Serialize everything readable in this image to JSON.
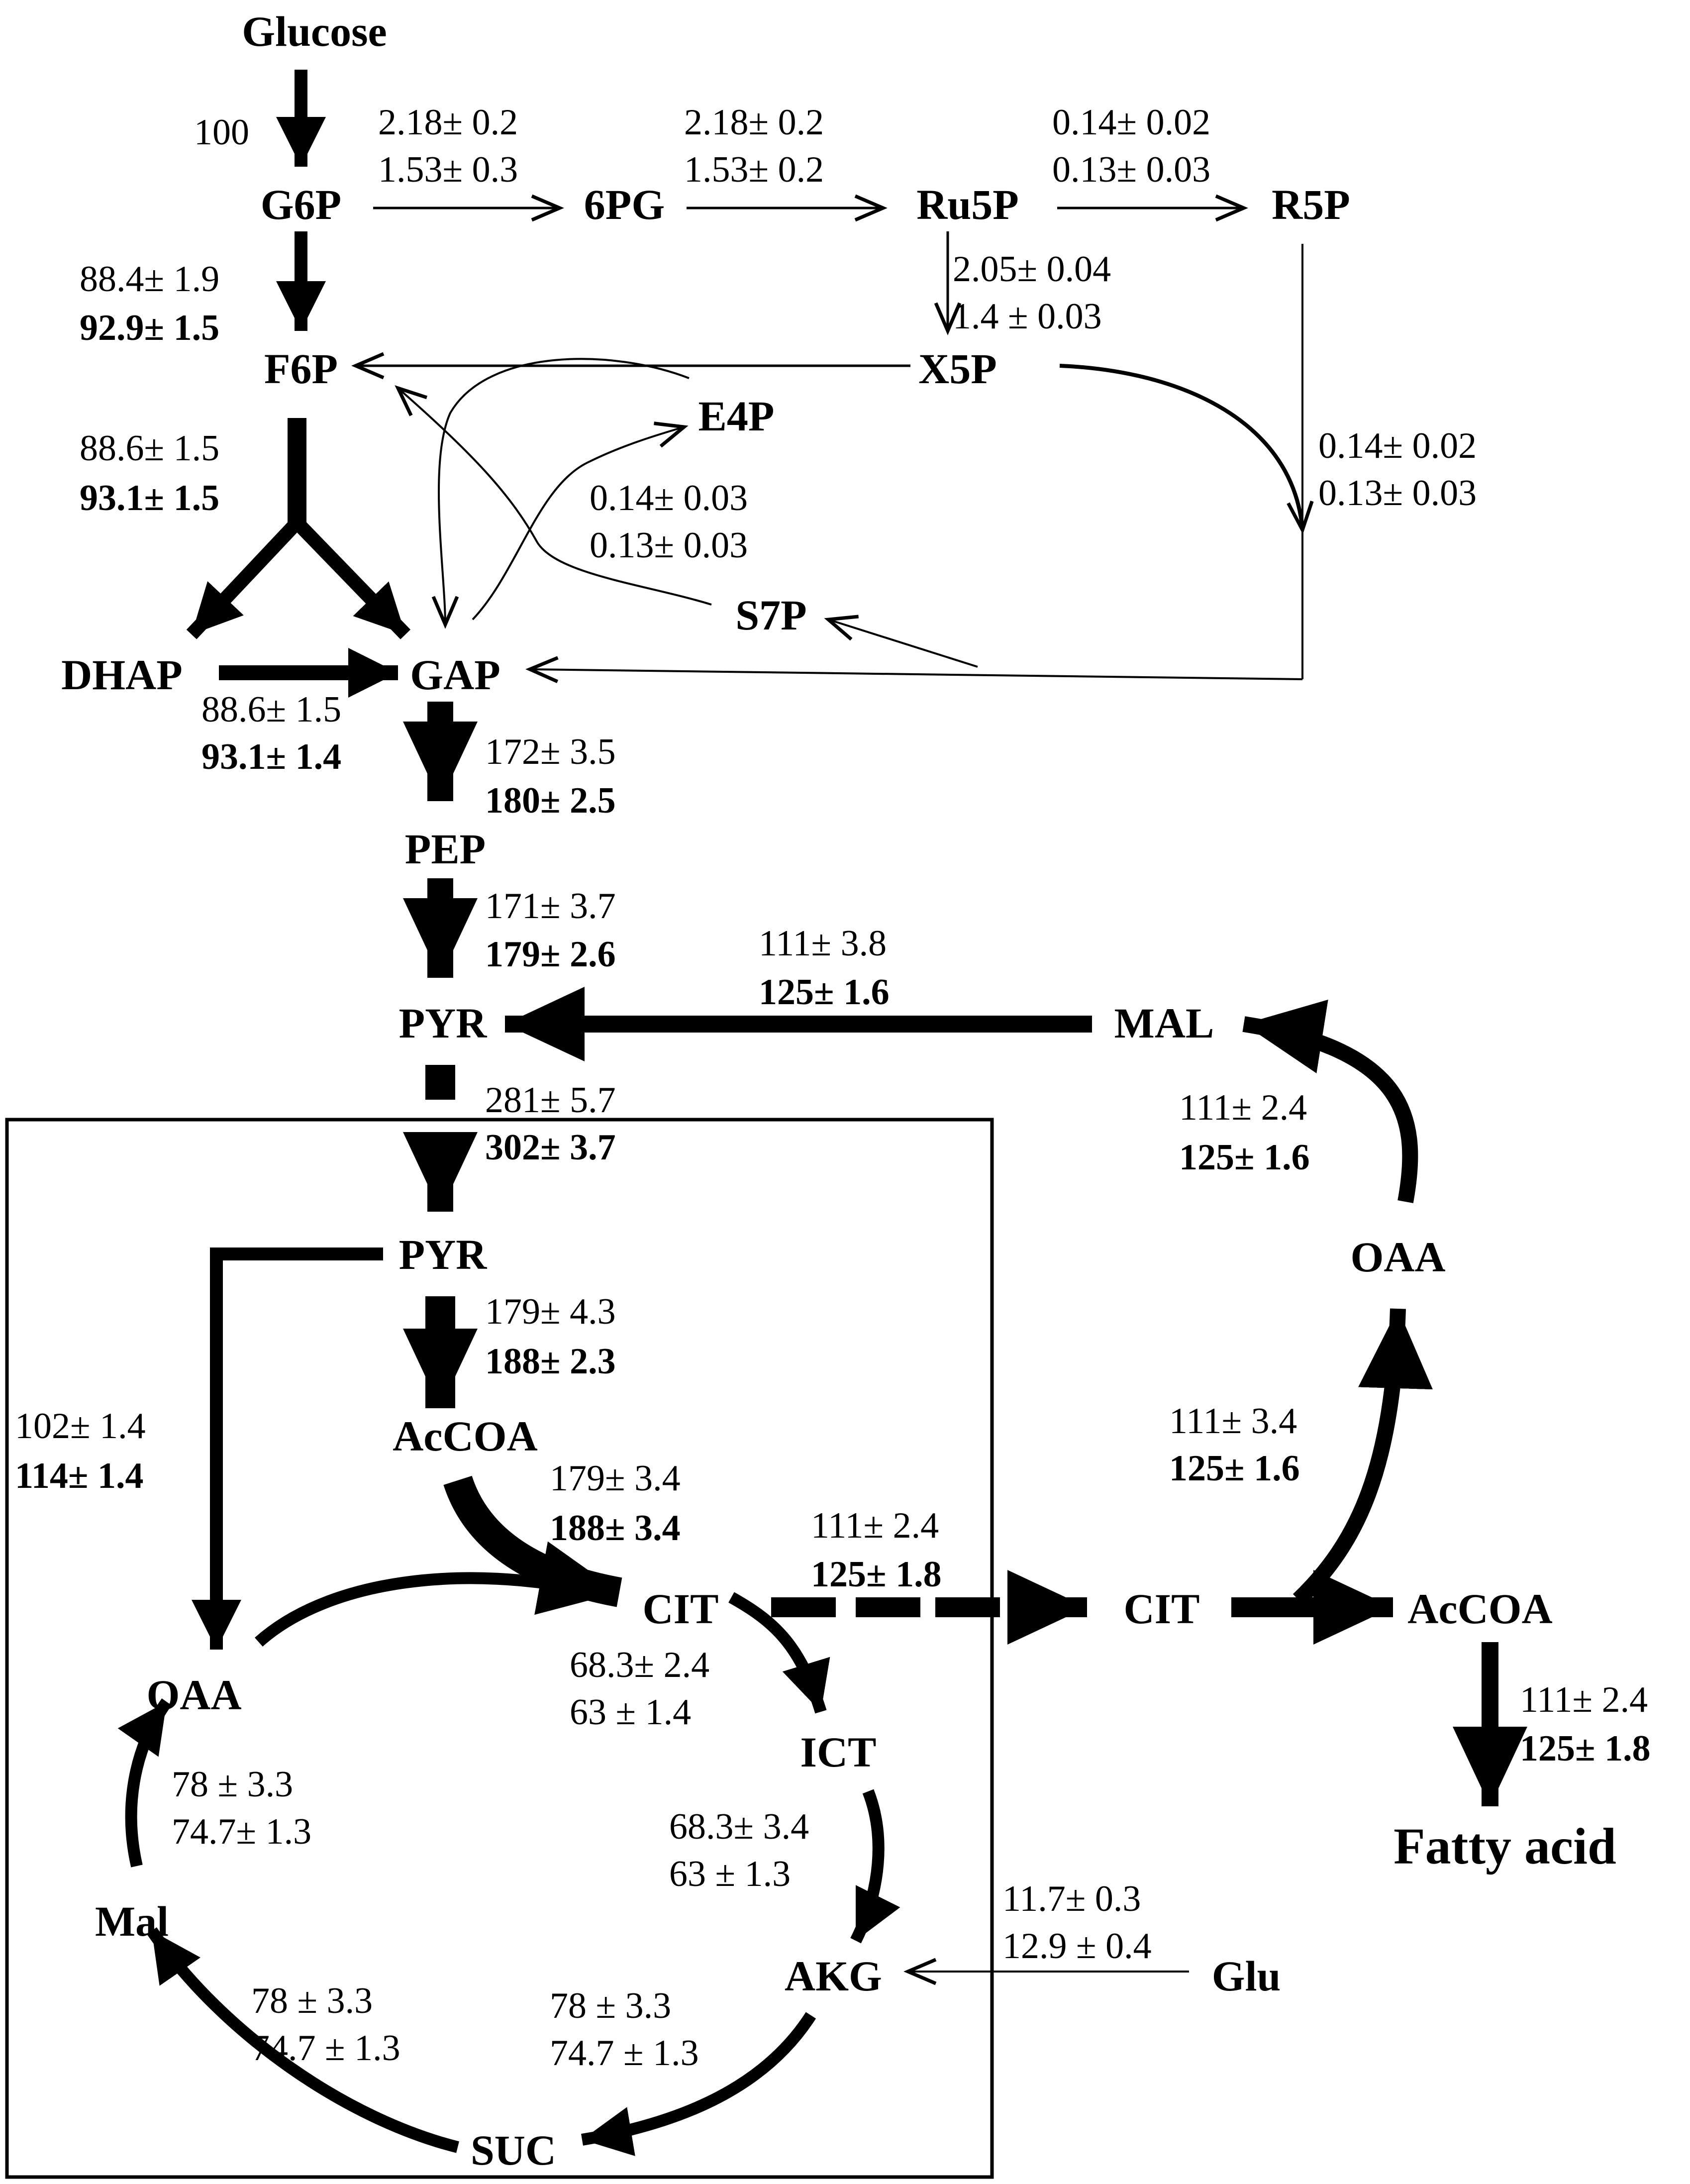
{
  "nodes": {
    "glucose": "Glucose",
    "g6p": "G6P",
    "pg6": "6PG",
    "ru5p": "Ru5P",
    "r5p": "R5P",
    "f6p": "F6P",
    "x5p": "X5P",
    "e4p": "E4P",
    "s7p": "S7P",
    "dhap": "DHAP",
    "gap": "GAP",
    "pep": "PEP",
    "pyr_cyto": "PYR",
    "mal_cyto": "MAL",
    "pyr_mito": "PYR",
    "accoa_mito": "AcCOA",
    "oaa_mito": "OAA",
    "cit_mito": "CIT",
    "ict": "ICT",
    "akg": "AKG",
    "glu": "Glu",
    "suc": "SUC",
    "mal_mito": "Mal",
    "cit_cyto": "CIT",
    "accoa_cyto": "AcCOA",
    "oaa_cyto": "OAA",
    "fatty_acid": "Fatty acid"
  },
  "fluxes": {
    "glc_g6p": "100",
    "g6p_6pg_1": "2.18± 0.2",
    "g6p_6pg_2": "1.53± 0.3",
    "pg6_ru5p_1": "2.18± 0.2",
    "pg6_ru5p_2": "1.53± 0.2",
    "ru5p_r5p_1": "0.14± 0.02",
    "ru5p_r5p_2": "0.13± 0.03",
    "g6p_f6p_1": "88.4± 1.9",
    "g6p_f6p_2": "92.9± 1.5",
    "ru5p_x5p_1": "2.05± 0.04",
    "ru5p_x5p_2": "1.4  ± 0.03",
    "r5p_gap_1": "0.14± 0.02",
    "r5p_gap_2": "0.13± 0.03",
    "f6p_split_1": "88.6± 1.5",
    "f6p_split_2": "93.1± 1.5",
    "tk_1": "0.14± 0.03",
    "tk_2": "0.13± 0.03",
    "dhap_gap_1": "88.6± 1.5",
    "dhap_gap_2": "93.1± 1.4",
    "gap_pep_1": "172± 3.5",
    "gap_pep_2": "180± 2.5",
    "pep_pyr_1": "171± 3.7",
    "pep_pyr_2": "179± 2.6",
    "mal_pyr_1": "111± 3.8",
    "mal_pyr_2": "125± 1.6",
    "pyr_transport_1": "281± 5.7",
    "pyr_transport_2": "302± 3.7",
    "oaa_mal_cyto_1": "111± 2.4",
    "oaa_mal_cyto_2": "125± 1.6",
    "pyr_accoa_1": "179± 4.3",
    "pyr_accoa_2": "188± 2.3",
    "pyr_oaa_1": "102± 1.4",
    "pyr_oaa_2": "114± 1.4",
    "cit_oaa_cyto_1": "111± 3.4",
    "cit_oaa_cyto_2": "125± 1.6",
    "accoa_cit_1": "179± 3.4",
    "accoa_cit_2": "188± 3.4",
    "cit_export_1": "111± 2.4",
    "cit_export_2": "125± 1.8",
    "cit_ict_1": "68.3± 2.4",
    "cit_ict_2": "63   ±  1.4",
    "accoa_fa_1": "111± 2.4",
    "accoa_fa_2": "125± 1.8",
    "mal_oaa_1": "78   ± 3.3",
    "mal_oaa_2": "74.7± 1.3",
    "ict_akg_1": "68.3± 3.4",
    "ict_akg_2": "63    ± 1.3",
    "glu_akg_1": "11.7± 0.3",
    "glu_akg_2": "12.9 ± 0.4",
    "suc_mal_1": "78    ± 3.3",
    "suc_mal_2": "74.7 ± 1.3",
    "akg_suc_1": "78    ± 3.3",
    "akg_suc_2": "74.7 ± 1.3"
  },
  "colors": {
    "ink": "#000000",
    "background": "#ffffff"
  }
}
